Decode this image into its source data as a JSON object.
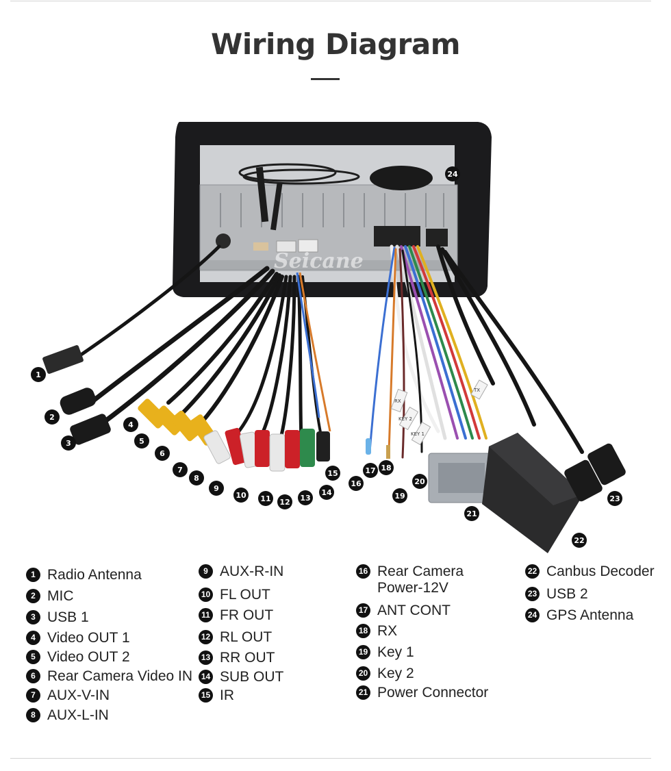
{
  "header": {
    "title": "Wiring Diagram"
  },
  "watermark": "Seicane",
  "connector_tags": [
    "RX",
    "KEY 2",
    "KEY 1",
    "TX"
  ],
  "callouts": [
    {
      "num": "1"
    },
    {
      "num": "2"
    },
    {
      "num": "3"
    },
    {
      "num": "4"
    },
    {
      "num": "5"
    },
    {
      "num": "6"
    },
    {
      "num": "7"
    },
    {
      "num": "8"
    },
    {
      "num": "9"
    },
    {
      "num": "10"
    },
    {
      "num": "11"
    },
    {
      "num": "12"
    },
    {
      "num": "13"
    },
    {
      "num": "14"
    },
    {
      "num": "15"
    },
    {
      "num": "16"
    },
    {
      "num": "17"
    },
    {
      "num": "18"
    },
    {
      "num": "19"
    },
    {
      "num": "20"
    },
    {
      "num": "21"
    },
    {
      "num": "22"
    },
    {
      "num": "23"
    },
    {
      "num": "24"
    }
  ],
  "legend": [
    {
      "num": "1",
      "label": "Radio Antenna"
    },
    {
      "num": "2",
      "label": "MIC"
    },
    {
      "num": "3",
      "label": "USB 1"
    },
    {
      "num": "4",
      "label": "Video OUT 1"
    },
    {
      "num": "5",
      "label": "Video OUT 2"
    },
    {
      "num": "6",
      "label": "Rear Camera Video IN"
    },
    {
      "num": "7",
      "label": "AUX-V-IN"
    },
    {
      "num": "8",
      "label": "AUX-L-IN"
    },
    {
      "num": "9",
      "label": "AUX-R-IN"
    },
    {
      "num": "10",
      "label": "FL OUT"
    },
    {
      "num": "11",
      "label": "FR OUT"
    },
    {
      "num": "12",
      "label": "RL OUT"
    },
    {
      "num": "13",
      "label": "RR OUT"
    },
    {
      "num": "14",
      "label": "SUB OUT"
    },
    {
      "num": "15",
      "label": "IR"
    },
    {
      "num": "16",
      "label": "Rear Camera\nPower-12V"
    },
    {
      "num": "17",
      "label": "ANT CONT"
    },
    {
      "num": "18",
      "label": "RX"
    },
    {
      "num": "19",
      "label": "Key 1"
    },
    {
      "num": "20",
      "label": "Key 2"
    },
    {
      "num": "21",
      "label": "Power Connector"
    },
    {
      "num": "22",
      "label": "Canbus Decoder"
    },
    {
      "num": "23",
      "label": "USB 2"
    },
    {
      "num": "24",
      "label": "GPS Antenna"
    }
  ],
  "colors": {
    "frame": "#1b1b1d",
    "chassis": "#b7b9bc",
    "rca_yellow": "#e8b11c",
    "rca_red": "#cc2128",
    "rca_white": "#e8e8e8",
    "rca_green": "#2e8a4c",
    "rca_black": "#202020",
    "power_plug": "#a9aeb4",
    "decoder": "#2b2b2c"
  }
}
